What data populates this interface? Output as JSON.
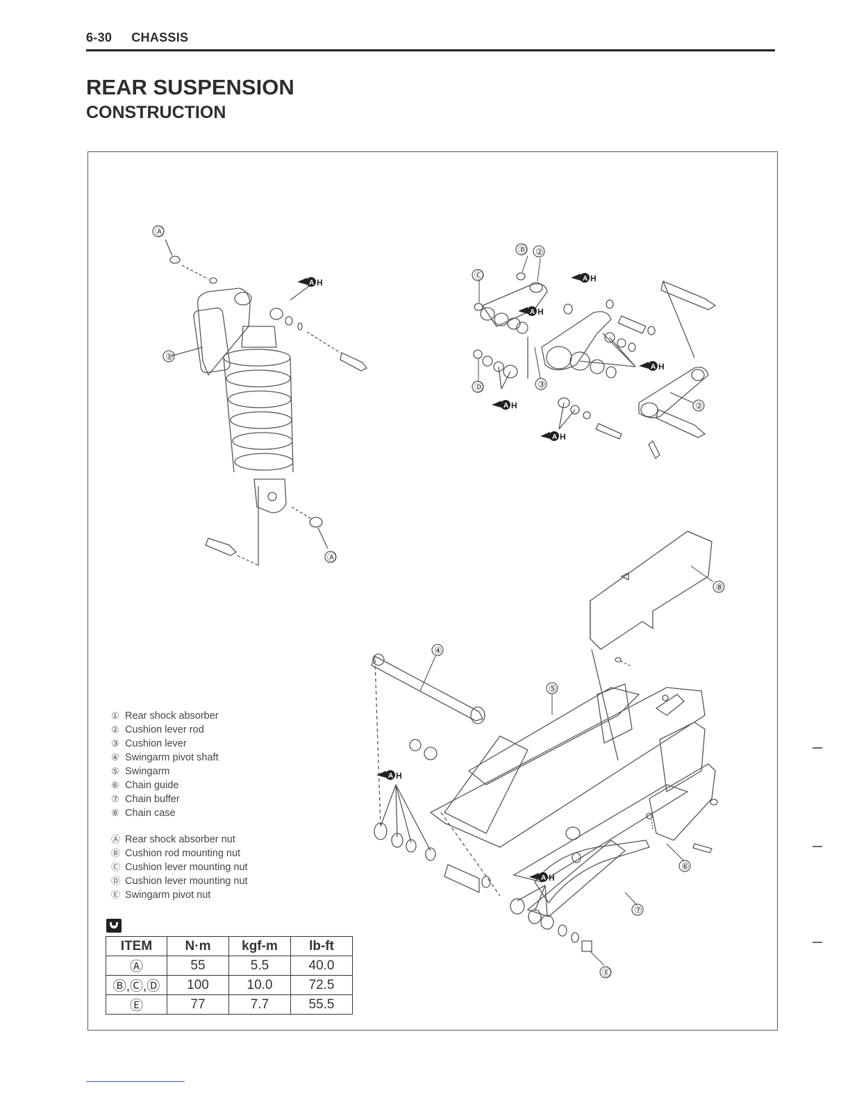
{
  "header": {
    "page_number": "6-30",
    "chapter": "CHASSIS"
  },
  "title": "REAR SUSPENSION",
  "subtitle": "CONSTRUCTION",
  "diagram": {
    "callouts": [
      "Ⓐ",
      "Ⓑ",
      "Ⓒ",
      "Ⓓ",
      "Ⓔ",
      "①",
      "②",
      "③",
      "④",
      "⑤",
      "⑥",
      "⑦",
      "⑧"
    ]
  },
  "parts_legend": [
    {
      "num": "①",
      "label": "Rear shock absorber"
    },
    {
      "num": "②",
      "label": "Cushion lever rod"
    },
    {
      "num": "③",
      "label": "Cushion lever"
    },
    {
      "num": "④",
      "label": "Swingarm pivot shaft"
    },
    {
      "num": "⑤",
      "label": "Swingarm"
    },
    {
      "num": "⑥",
      "label": "Chain guide"
    },
    {
      "num": "⑦",
      "label": "Chain buffer"
    },
    {
      "num": "⑧",
      "label": "Chain case"
    }
  ],
  "fastener_legend": [
    {
      "num": "Ⓐ",
      "label": "Rear shock absorber nut"
    },
    {
      "num": "Ⓑ",
      "label": "Cushion rod mounting nut"
    },
    {
      "num": "Ⓒ",
      "label": "Cushion lever mounting nut"
    },
    {
      "num": "Ⓓ",
      "label": "Cushion lever mounting nut"
    },
    {
      "num": "Ⓔ",
      "label": "Swingarm pivot nut"
    }
  ],
  "torque_table": {
    "headers": [
      "ITEM",
      "N·m",
      "kgf-m",
      "lb-ft"
    ],
    "rows": [
      [
        "Ⓐ",
        "55",
        "5.5",
        "40.0"
      ],
      [
        "Ⓑ,Ⓒ,Ⓓ",
        "100",
        "10.0",
        "72.5"
      ],
      [
        "Ⓔ",
        "77",
        "7.7",
        "55.5"
      ]
    ]
  }
}
